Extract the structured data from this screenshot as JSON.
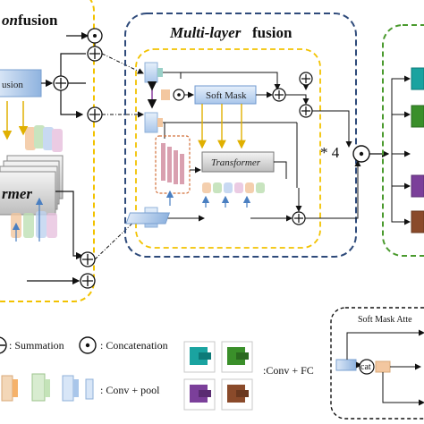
{
  "panels": {
    "left_title_italic": "on",
    "left_title_rest": " fusion",
    "left_fusion_box": "usion",
    "left_transformer": "rmer",
    "center_title_italic": "Multi-layer",
    "center_title_rest": " fusion",
    "soft_mask_label": "Soft Mask",
    "transformer_label": "Transformer",
    "repeat_label": "* 4"
  },
  "legend": {
    "summation": ": Summation",
    "concatenation": ": Concatenation",
    "conv_pool": ": Conv + pool",
    "conv_fc": ":Conv + FC",
    "soft_mask_attention_title": "Soft Mask Atte",
    "cat_label": "cat"
  },
  "colors": {
    "left_border": "#f2c200",
    "center_border": "#2e4a7a",
    "inner_border": "#f2c200",
    "right_border": "#4a9a2e",
    "soft_mask_fill": "#c9dcf2",
    "transformer_fill": "#e0e0e0",
    "arrow_blue": "#4a7fc1",
    "arrow_yellow": "#f2c200",
    "head_teal": "#1aa3a0",
    "head_green": "#3a8f2a",
    "head_purple": "#7b3f9a",
    "head_brown": "#8a4a2a"
  }
}
